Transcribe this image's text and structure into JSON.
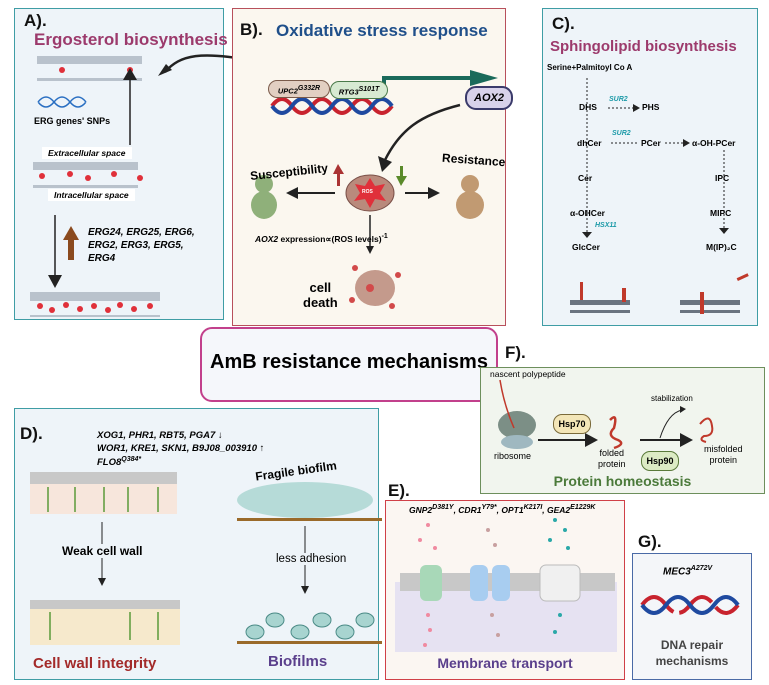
{
  "colors": {
    "teal_border": "#3f9da5",
    "red_border": "#b8505c",
    "green_border": "#6d8f5c",
    "blue_border": "#4a6aa6",
    "pink_border": "#c2408c",
    "title_purple": "#9c3a6c",
    "title_blue": "#1f4f8a",
    "title_red": "#a32a2a",
    "title_violet": "#5a3f8c",
    "title_green": "#4b7a3a",
    "gene_teal": "#1c9aa8"
  },
  "center": {
    "title": "AmB resistance mechanisms"
  },
  "A": {
    "label": "A).",
    "title": "Ergosterol biosynthesis",
    "snps": "ERG genes' SNPs",
    "extracellular": "Extracellular space",
    "intracellular": "Intracellular space",
    "genes": [
      "ERG24, ERG25, ERG6,",
      "ERG2, ERG3, ERG5,",
      "ERG4"
    ]
  },
  "B": {
    "label": "B).",
    "title": "Oxidative stress response",
    "upc2": "UPC2",
    "upc2_sup": "G332R",
    "rtg3": "RTG3",
    "rtg3_sup": "S101T",
    "aox2": "AOX2",
    "susceptibility": "Susceptibility",
    "resistance": "Resistance",
    "ros": "ROS",
    "expr_gene": "AOX2",
    "expr_text": "expression∝(ROS levels)",
    "expr_sup": "-1",
    "cell_death": [
      "cell",
      "death"
    ]
  },
  "C": {
    "label": "C).",
    "title": "Sphingolipid biosynthesis",
    "start": "Serine+Palmitoyl Co A",
    "dhs": "DHS",
    "sur2a": "SUR2",
    "phs": "PHS",
    "dhcer": "dhCer",
    "sur2b": "SUR2",
    "pcer": "PCer",
    "aohpcer": "α-OH-PCer",
    "cer": "Cer",
    "ipc": "IPC",
    "aohcer": "α-OHCer",
    "hsx11": "HSX11",
    "mipc": "MIPC",
    "glccer": "GlcCer",
    "mip2c": "M(IP)₂C"
  },
  "D": {
    "label": "D).",
    "genes_down": "XOG1, PHR1, RBT5, PGA7",
    "genes_up": "WOR1, KRE1, SKN1,   B9J08_003910",
    "flo8": "FLO8",
    "flo8_sup": "Q384*",
    "weak": "Weak cell wall",
    "fragile": "Fragile biofilm",
    "adhesion": "less adhesion",
    "title_cw": "Cell wall integrity",
    "title_bf": "Biofilms"
  },
  "E": {
    "label": "E).",
    "gnp2": "GNP2",
    "gnp2_sup": "D381Y",
    "cdr1": "CDR1",
    "cdr1_sup": "Y79*",
    "opt1": "OPT1",
    "opt1_sup": "K217I",
    "gea2": "GEA2",
    "gea2_sup": "E1229K",
    "title": "Membrane transport"
  },
  "F": {
    "label": "F).",
    "nascent": "nascent polypeptide",
    "ribosome": "ribosome",
    "hsp70": "Hsp70",
    "hsp90": "Hsp90",
    "folded": [
      "folded",
      "protein"
    ],
    "stabilization": "stabilization",
    "misfolded": [
      "misfolded",
      "protein"
    ],
    "title": "Protein homeostasis"
  },
  "G": {
    "label": "G).",
    "gene": "MEC3",
    "gene_sup": "A272V",
    "title": [
      "DNA repair",
      "mechanisms"
    ]
  }
}
